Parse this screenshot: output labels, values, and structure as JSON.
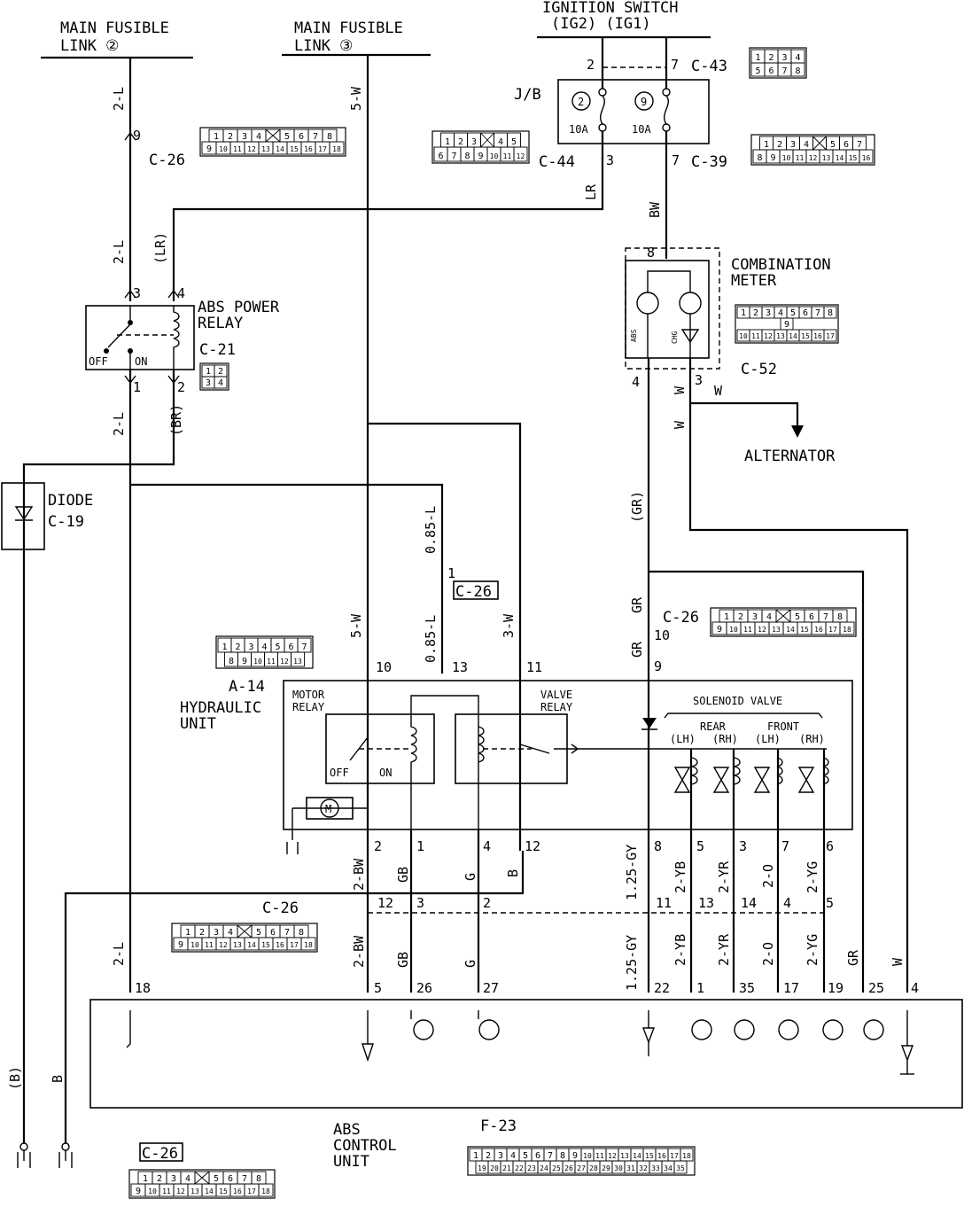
{
  "labels": {
    "main_fusible_link_2": [
      "MAIN FUSIBLE",
      "LINK ②"
    ],
    "main_fusible_link_3": [
      "MAIN FUSIBLE",
      "LINK ③"
    ],
    "ignition_switch": [
      "IGNITION SWITCH",
      "(IG2)  (IG1)"
    ],
    "jb": "J/B",
    "fuse_left": {
      "num": "2",
      "amp": "10A"
    },
    "fuse_right": {
      "num": "9",
      "amp": "10A"
    },
    "abs_power_relay": [
      "ABS POWER",
      "RELAY"
    ],
    "relay_off": "OFF",
    "relay_on": "ON",
    "combination_meter": [
      "COMBINATION",
      "METER"
    ],
    "meter_abs": "ABS",
    "meter_chg": "CHG",
    "alternator": "ALTERNATOR",
    "diode": "DIODE",
    "hydraulic_unit": [
      "HYDRAULIC",
      "UNIT"
    ],
    "motor_relay": [
      "MOTOR",
      "RELAY"
    ],
    "valve_relay": [
      "VALVE",
      "RELAY"
    ],
    "solenoid_valve": "SOLENOID VALVE",
    "rear": "REAR",
    "front": "FRONT",
    "lh": "(LH)",
    "rh": "(RH)",
    "motor": "M",
    "abs_control_unit": [
      "ABS",
      "CONTROL",
      "UNIT"
    ]
  },
  "connectors": {
    "c43": "C-43",
    "c44": "C-44",
    "c39": "C-39",
    "c26": "C-26",
    "c21": "C-21",
    "c19": "C-19",
    "c52": "C-52",
    "a14": "A-14",
    "f23": "F-23"
  },
  "wires": {
    "w2L": "2-L",
    "w5W": "5-W",
    "wLR": "LR",
    "wLRp": "(LR)",
    "wBW": "BW",
    "wBRp": "(BR)",
    "wW": "W",
    "wGRp": "(GR)",
    "wGR": "GR",
    "w085L": "0.85-L",
    "w3W": "3-W",
    "w2BW": "2-BW",
    "wGB": "GB",
    "wG": "G",
    "wB": "B",
    "wBp": "(B)",
    "w125GY": "1.25-GY",
    "w2YB": "2-YB",
    "w2YR": "2-YR",
    "w2O": "2-O",
    "w2YG": "2-YG"
  },
  "pins": {
    "p9": "9",
    "p3": "3",
    "p4": "4",
    "p1": "1",
    "p2": "2",
    "p7": "7",
    "p8": "8",
    "p10": "10",
    "p11": "11",
    "p12": "12",
    "p13": "13",
    "p14": "14",
    "p5": "5",
    "p6": "6",
    "p18": "18",
    "p26": "26",
    "p27": "27",
    "p22": "22",
    "p35": "35",
    "p17": "17",
    "p19": "19",
    "p25": "25"
  },
  "connector_faces": {
    "c43": [
      [
        "1",
        "2",
        "3",
        "4"
      ],
      [
        "5",
        "6",
        "7",
        "8"
      ]
    ],
    "c44": [
      [
        "1",
        "2",
        "3",
        "",
        "4",
        "5"
      ],
      [
        "6",
        "7",
        "8",
        "9",
        "10",
        "11",
        "12"
      ]
    ],
    "c26_18": [
      [
        "1",
        "2",
        "3",
        "4",
        "",
        "5",
        "6",
        "7",
        "8"
      ],
      [
        "9",
        "10",
        "11",
        "12",
        "13",
        "14",
        "15",
        "16",
        "17",
        "18"
      ]
    ],
    "c39_16": [
      [
        "1",
        "2",
        "3",
        "4",
        "",
        "5",
        "6",
        "7"
      ],
      [
        "8",
        "9",
        "10",
        "11",
        "12",
        "13",
        "14",
        "15",
        "16"
      ]
    ],
    "c52": [
      [
        "1",
        "2",
        "3",
        "4",
        "5",
        "6",
        "7",
        "8"
      ],
      [
        "9"
      ],
      [
        "10",
        "11",
        "12",
        "13",
        "14",
        "15",
        "16",
        "17"
      ]
    ],
    "c21": [
      [
        "1",
        "2"
      ],
      [
        "3",
        "4"
      ]
    ],
    "a14": [
      [
        "1",
        "2",
        "3",
        "4",
        "5",
        "6",
        "7"
      ],
      [
        "8",
        "9",
        "10",
        "11",
        "12",
        "13"
      ]
    ],
    "f23": [
      [
        "1",
        "2",
        "3",
        "4",
        "5",
        "6",
        "7",
        "8",
        "9",
        "10",
        "11",
        "12",
        "13",
        "14",
        "15",
        "16",
        "17",
        "18"
      ],
      [
        "19",
        "20",
        "21",
        "22",
        "23",
        "24",
        "25",
        "26",
        "27",
        "28",
        "29",
        "30",
        "31",
        "32",
        "33",
        "34",
        "35"
      ]
    ]
  }
}
